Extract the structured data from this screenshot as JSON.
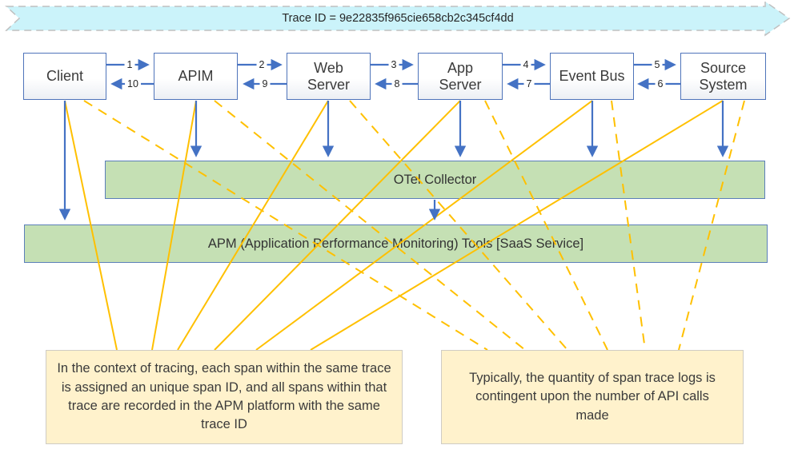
{
  "banner": {
    "label": "Trace ID = 9e22835f965cie658cb2c345cf4dd"
  },
  "nodes": [
    {
      "label": "Client"
    },
    {
      "label": "APIM"
    },
    {
      "label": "Web Server"
    },
    {
      "label": "App Server"
    },
    {
      "label": "Event Bus"
    },
    {
      "label": "Source System"
    }
  ],
  "flow_labels": {
    "forward": [
      "1",
      "2",
      "3",
      "4",
      "5"
    ],
    "backward": [
      "10",
      "9",
      "8",
      "7",
      "6"
    ]
  },
  "collectors": {
    "otel": "OTel Collector",
    "apm": "APM (Application Performance Monitoring) Tools [SaaS Service]"
  },
  "callouts": {
    "left": "In the context of tracing, each span within the same trace is assigned an unique span ID, and all spans within that trace are recorded in the APM platform with the same trace ID",
    "right": "Typically, the quantity of span trace logs is contingent upon the number of API calls made"
  },
  "colors": {
    "node_border_blue": "#4f74ba",
    "arrow_blue": "#4472c4",
    "span_line_yellow": "#ffc000",
    "bar_green": "#c5e0b4",
    "banner_cyan": "#cbf3fa",
    "callout_yellow": "#fff2cc"
  }
}
